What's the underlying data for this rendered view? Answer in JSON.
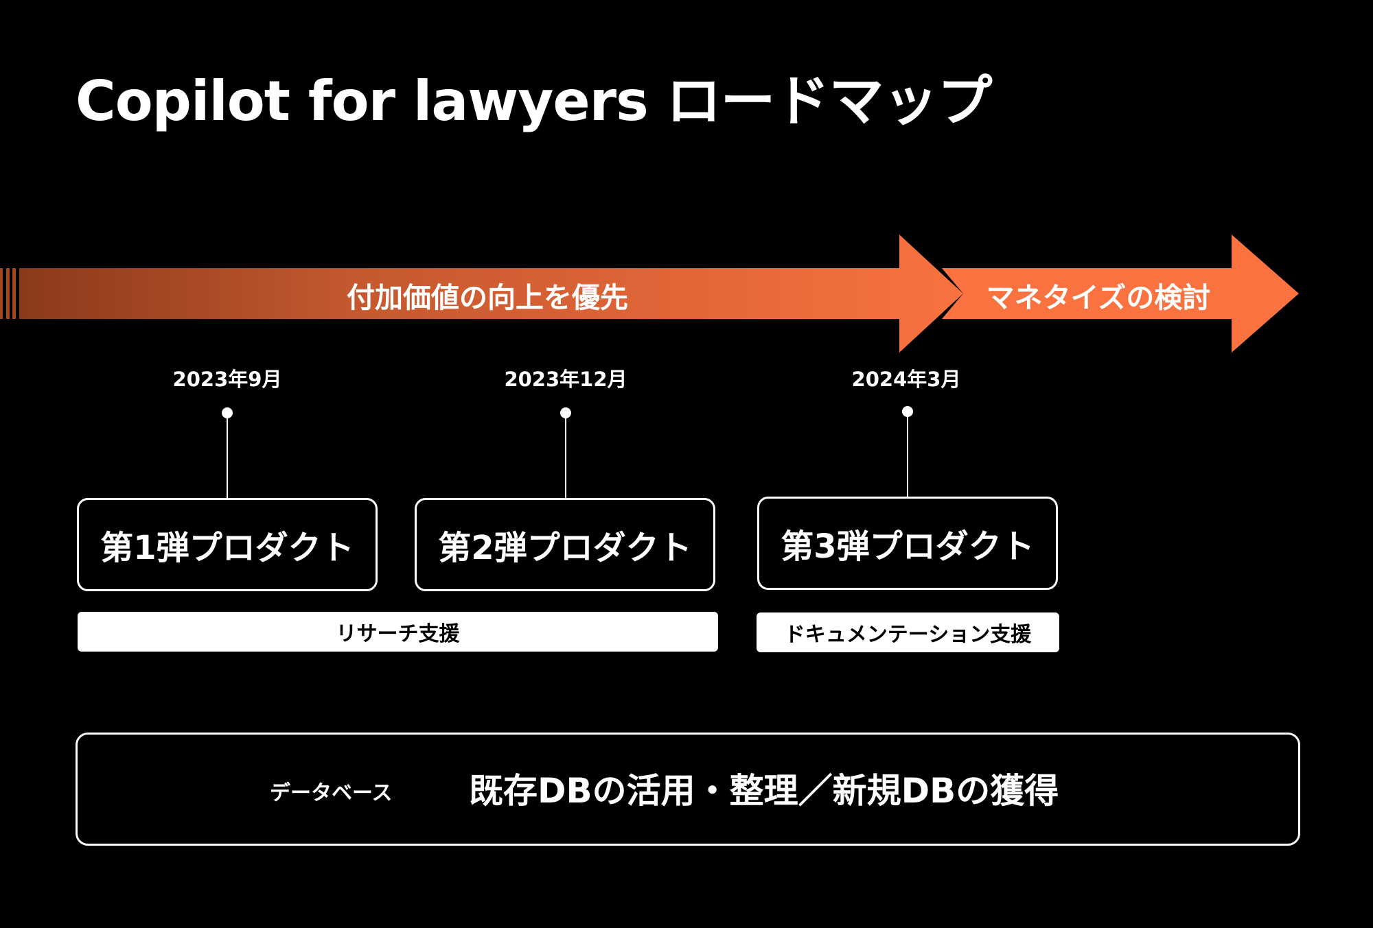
{
  "title": "Copilot for lawyers ロードマップ",
  "phases": [
    {
      "label": "付加価値の向上を優先"
    },
    {
      "label": "マネタイズの検討"
    }
  ],
  "milestones": [
    {
      "date": "2023年9月",
      "product": "第1弾プロダクト"
    },
    {
      "date": "2023年12月",
      "product": "第2弾プロダクト"
    },
    {
      "date": "2024年3月",
      "product": "第3弾プロダクト"
    }
  ],
  "supports": [
    {
      "label": "リサーチ支援"
    },
    {
      "label": "ドキュメンテーション支援"
    }
  ],
  "database": {
    "label": "データベース",
    "text": "既存DBの活用・整理／新規DBの獲得"
  },
  "colors": {
    "background": "#000000",
    "arrow_start": "#8a3a1c",
    "arrow_end": "#f97240",
    "text": "#ffffff"
  }
}
